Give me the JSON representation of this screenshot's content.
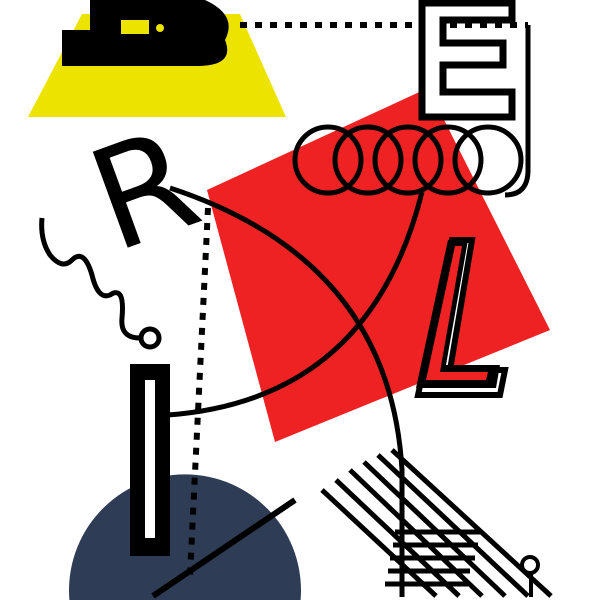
{
  "poster": {
    "letters": {
      "b": "B",
      "e": "E",
      "r": "R",
      "l": "L",
      "i": "I"
    },
    "colors": {
      "background": "#ffffff",
      "yellow": "#ede300",
      "red": "#ee2222",
      "navy": "#2e3d55",
      "ink": "#000000"
    }
  }
}
